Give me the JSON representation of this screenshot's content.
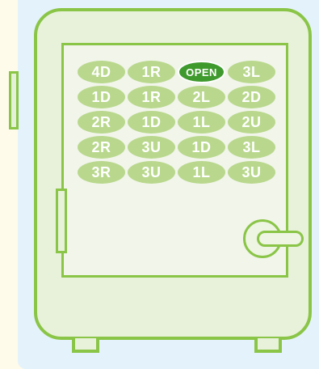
{
  "safe": {
    "cells": [
      [
        "4D",
        "1R",
        "OPEN",
        "3L"
      ],
      [
        "1D",
        "1R",
        "2L",
        "2D"
      ],
      [
        "2R",
        "1D",
        "1L",
        "2U"
      ],
      [
        "2R",
        "3U",
        "1D",
        "3L"
      ],
      [
        "3R",
        "3U",
        "1L",
        "3U"
      ]
    ],
    "open_label": "OPEN"
  },
  "colors": {
    "outline": "#8ac547",
    "cell": "#b9d88d",
    "open_cell": "#3f9a2d",
    "panel": "#e4f3fb",
    "page": "#fffbea"
  }
}
